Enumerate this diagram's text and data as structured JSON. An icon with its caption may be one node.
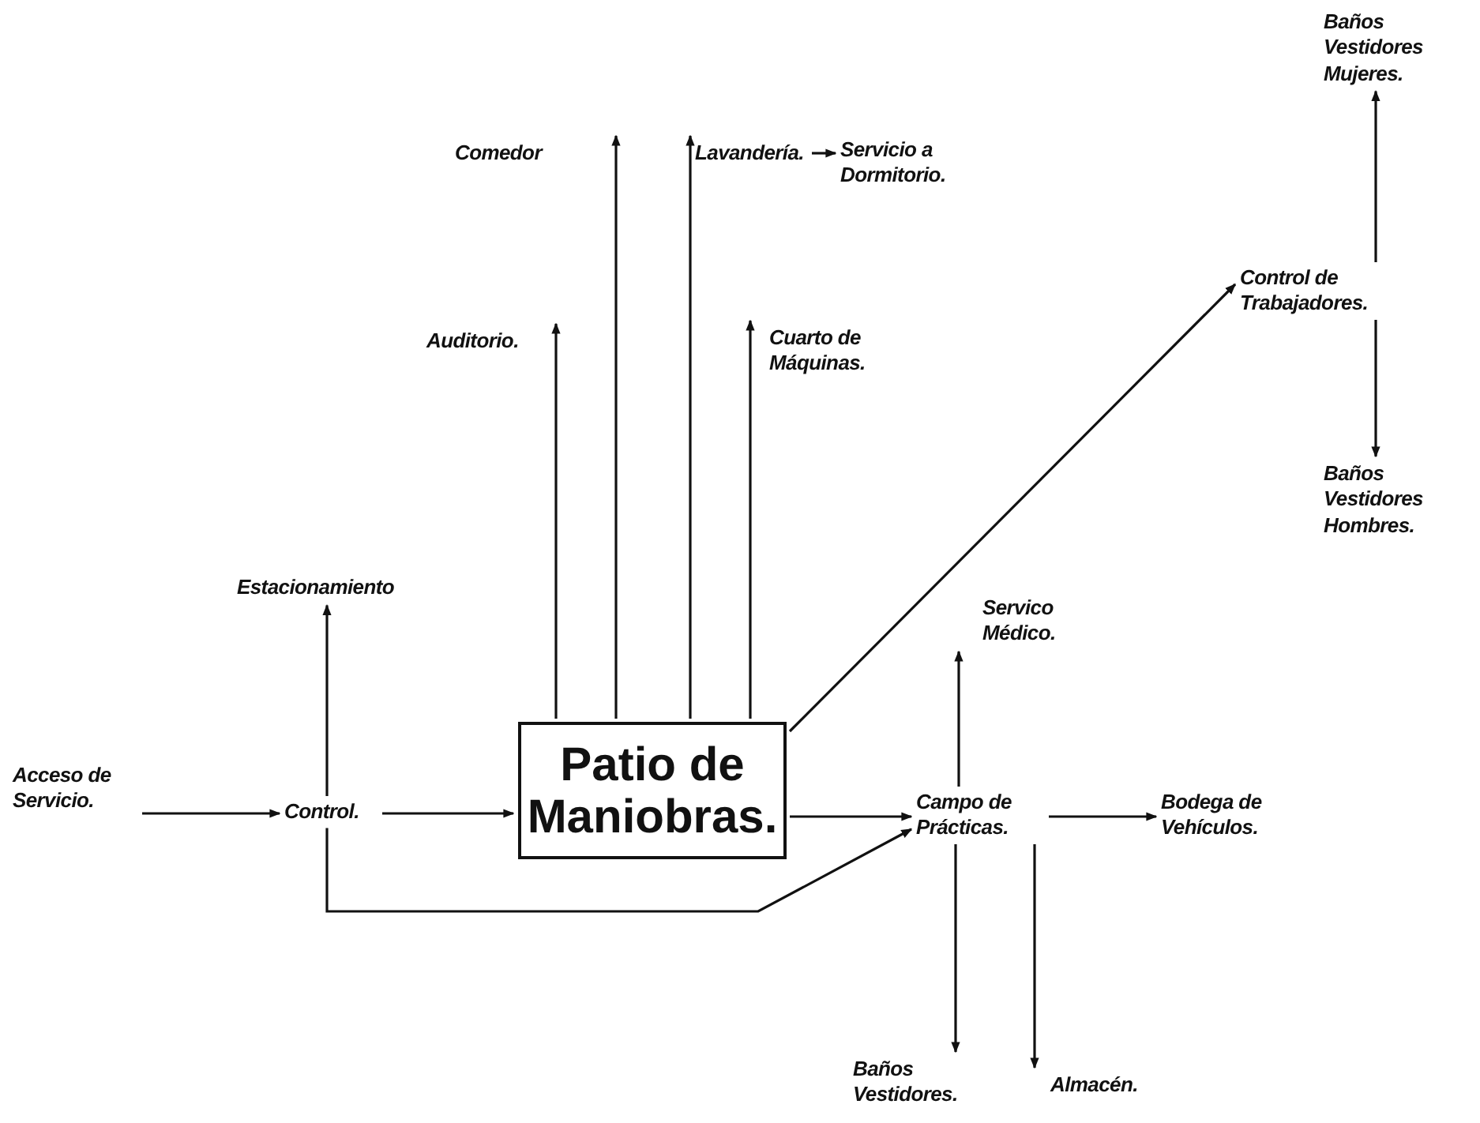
{
  "diagram": {
    "nodes": [
      {
        "text": [
          "Acceso de Servicio."
        ]
      },
      {
        "text": [
          "Control."
        ]
      },
      {
        "text": [
          "Estacionamiento"
        ]
      },
      {
        "text": [
          "Patio de Maniobras."
        ]
      },
      {
        "text": [
          "Auditorio."
        ]
      },
      {
        "text": [
          "Comedor"
        ]
      },
      {
        "text": [
          "Lavandería."
        ]
      },
      {
        "text": [
          "Servicio a Dormitorio."
        ]
      },
      {
        "text": [
          "Cuarto de Máquinas."
        ]
      },
      {
        "text": [
          "Control de Trabajadores."
        ]
      },
      {
        "text": [
          "Baños Vestidores Mujeres."
        ]
      },
      {
        "text": [
          "Baños Vestidores Hombres."
        ]
      },
      {
        "text": [
          "Servico Médico."
        ]
      },
      {
        "text": [
          "Campo de Prácticas."
        ]
      },
      {
        "text": [
          "Bodega de Vehículos."
        ]
      },
      {
        "text": [
          "Baños Vestidores."
        ]
      },
      {
        "text": [
          "Almacén."
        ]
      }
    ],
    "edges": [
      {
        "from": 0,
        "to": 1,
        "arrow": "to"
      },
      {
        "from": 1,
        "to": 2,
        "arrow": "to"
      },
      {
        "from": 1,
        "to": 3,
        "arrow": "to"
      },
      {
        "from": 3,
        "to": 4,
        "arrow": "to"
      },
      {
        "from": 3,
        "to": 5,
        "arrow": "to"
      },
      {
        "from": 3,
        "to": 6,
        "arrow": "to"
      },
      {
        "from": 3,
        "to": 8,
        "arrow": "to"
      },
      {
        "from": 6,
        "to": 7,
        "arrow": "to"
      },
      {
        "from": 3,
        "to": 9,
        "arrow": "to"
      },
      {
        "from": 9,
        "to": 10,
        "arrow": "to"
      },
      {
        "from": 9,
        "to": 11,
        "arrow": "to"
      },
      {
        "from": 3,
        "to": 13,
        "arrow": "to"
      },
      {
        "from": 13,
        "to": 12,
        "arrow": "to"
      },
      {
        "from": 13,
        "to": 14,
        "arrow": "to"
      },
      {
        "from": 13,
        "to": 15,
        "arrow": "to"
      },
      {
        "from": 13,
        "to": 16,
        "arrow": "to"
      },
      {
        "from": 1,
        "to": 13,
        "arrow": "to"
      }
    ]
  }
}
